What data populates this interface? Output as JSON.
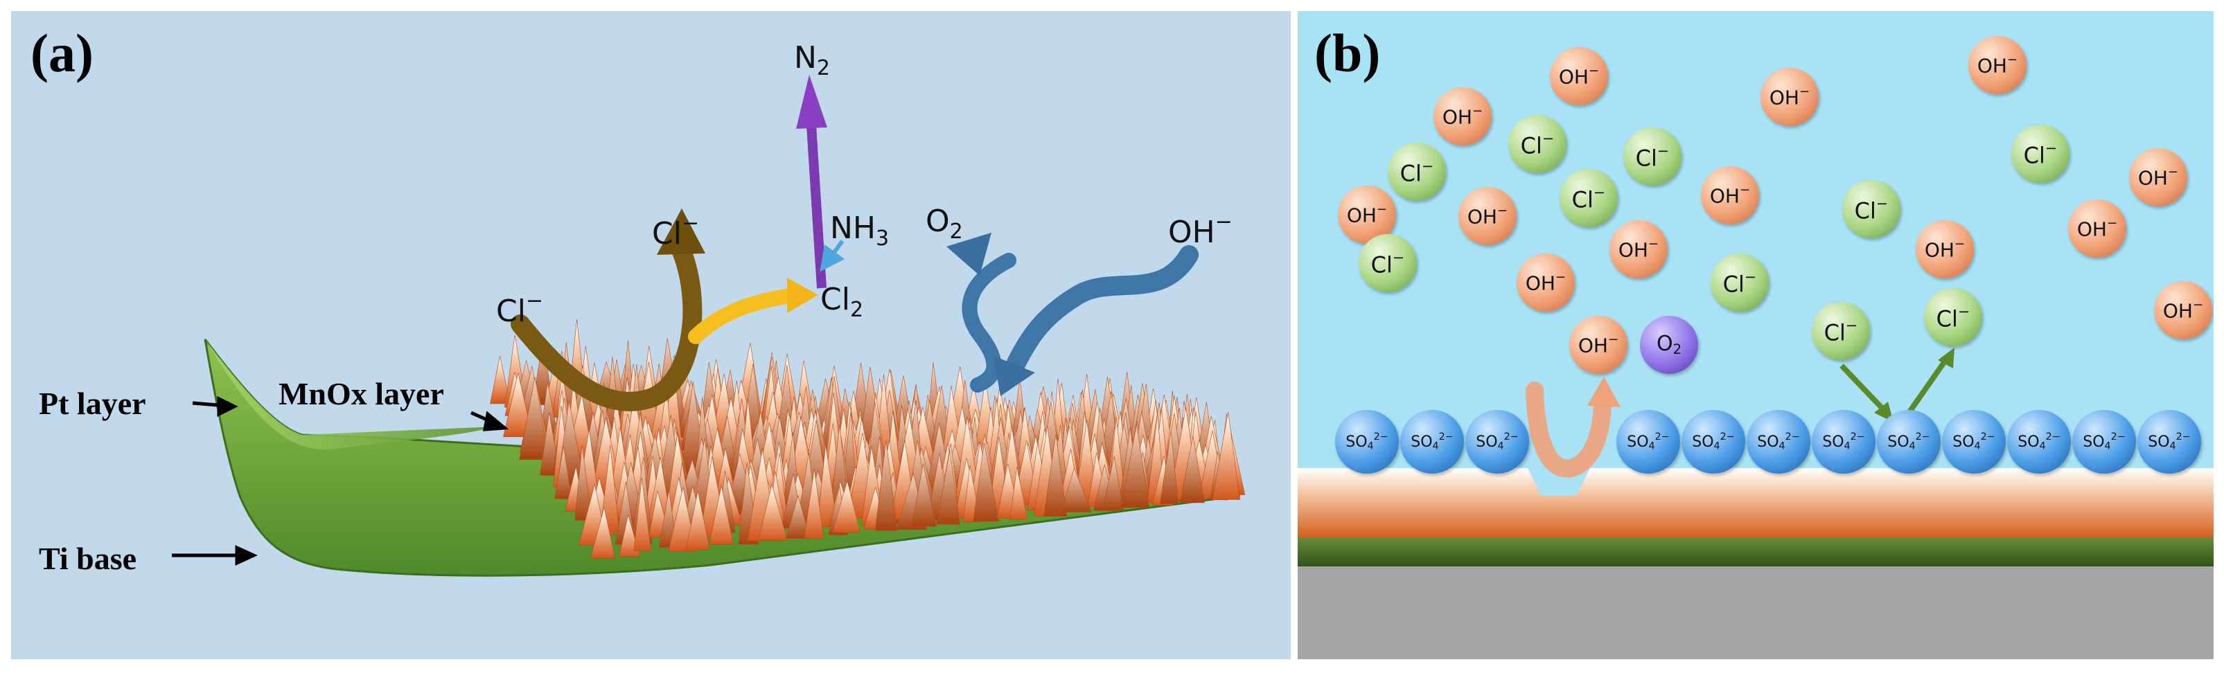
{
  "panel_a": {
    "panel_label": "(a)",
    "labels": {
      "pt_layer": "Pt layer",
      "mnox_layer": "MnOx layer",
      "ti_base": "Ti base"
    },
    "species": {
      "cl_in": {
        "main": "Cl",
        "sup": "−"
      },
      "cl_out": {
        "main": "Cl",
        "sup": "−"
      },
      "cl2": {
        "main": "Cl",
        "sub": "2"
      },
      "nh3": {
        "main": "NH",
        "sub": "3"
      },
      "n2": {
        "main": "N",
        "sub": "2"
      },
      "o2": {
        "main": "O",
        "sub": "2"
      },
      "oh": {
        "main": "OH",
        "sup": "−"
      }
    },
    "colors": {
      "background": "#c2d9ec",
      "substrate": "#6da23a",
      "mnox_spikes": "#e0672a",
      "cl_arrow": "#7a5a12",
      "cl2_arrow": "#f6be1e",
      "n2_arrow": "#7c3ab0",
      "nh3_arrow": "#4ea6de",
      "o2_oh_arrow": "#3f76a8"
    }
  },
  "panel_b": {
    "panel_label": "(b)",
    "ions": {
      "oh": {
        "main": "OH",
        "sup": "−"
      },
      "cl": {
        "main": "Cl",
        "sup": "−"
      },
      "o2": {
        "main": "O",
        "sub": "2"
      },
      "so4": {
        "main": "SO",
        "sub": "4",
        "sup": "2−"
      }
    },
    "colors": {
      "solution": "#a8e2f4",
      "oh_ion": "#f2a277",
      "cl_ion": "#a9d582",
      "o2_ion": "#8f74e8",
      "so4_ion": "#4d9ee8",
      "oxide_layer": "#e0672a",
      "pt_layer": "#3e6a24",
      "ti_base": "#a6a6a6",
      "transfer_arrow": "#f0a27a",
      "cl_arrow": "#5a8a2c"
    }
  }
}
